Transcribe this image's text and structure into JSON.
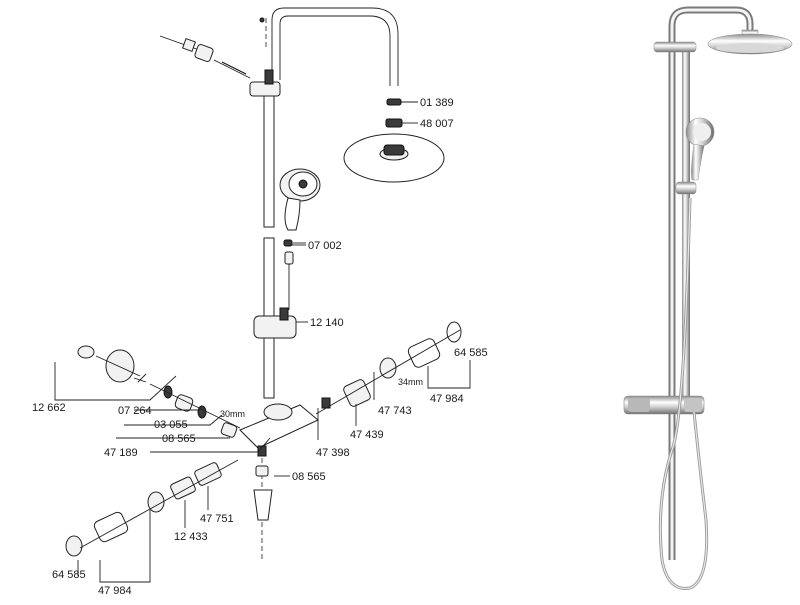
{
  "diagram": {
    "part_labels": {
      "p01389": "01 389",
      "p48007": "48 007",
      "p07002": "07 002",
      "p12140": "12 140",
      "p12662": "12 662",
      "p07264": "07 264",
      "p03055": "03 055",
      "p08565a": "08 565",
      "p47189": "47 189",
      "p30mm": "30mm",
      "p47398": "47 398",
      "p47439": "47 439",
      "p47743": "47 743",
      "p34mm": "34mm",
      "p64585a": "64 585",
      "p47984a": "47 984",
      "p08565b": "08 565",
      "p47751": "47 751",
      "p12433": "12 433",
      "p64585b": "64 585",
      "p47984b": "47 984"
    }
  },
  "colors": {
    "line": "#222222",
    "chrome_light": "#f4f4f4",
    "chrome_mid": "#c8c8c8",
    "chrome_dark": "#6a6a6a"
  }
}
